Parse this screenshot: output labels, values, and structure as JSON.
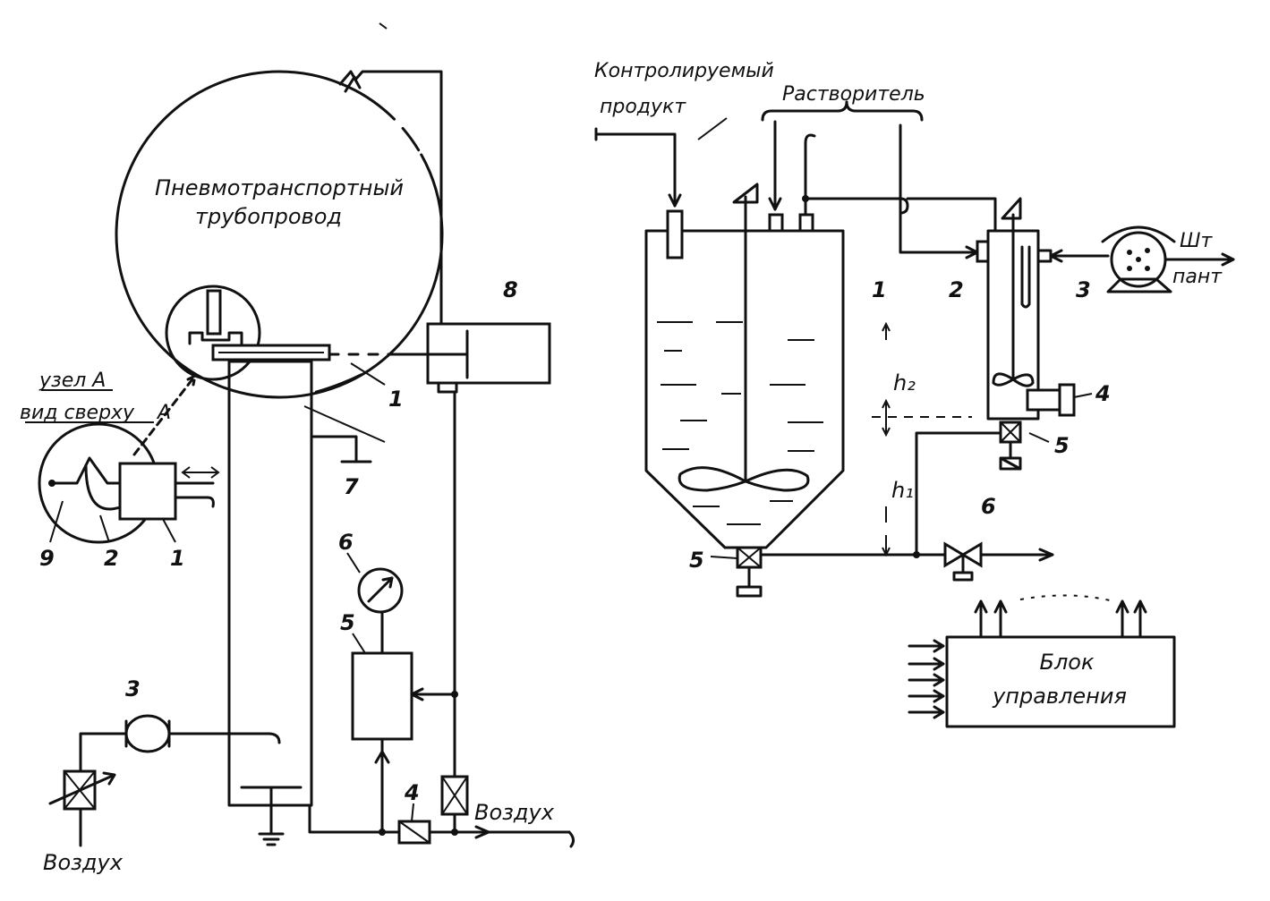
{
  "left_scheme": {
    "pipeline_label_line1": "Пневмотранспортный",
    "pipeline_label_line2": "трубопровод",
    "node_label_line1": "узел А",
    "node_label_line2": "вид сверху",
    "node_letter": "А",
    "air_bottom_label": "Воздух",
    "air_right_label": "Воздух",
    "numbers": {
      "n1_node": "1",
      "n2_node": "2",
      "n9_node": "9",
      "n1_main": "1",
      "n3": "3",
      "n4": "4",
      "n5": "5",
      "n6": "6",
      "n7": "7",
      "n8": "8"
    }
  },
  "right_scheme": {
    "product_label_line1": "Контролируемый",
    "product_label_line2": "продукт",
    "solvent_label": "Растворитель",
    "pump_label_line1": "Шт",
    "pump_label_line2": "пант",
    "h1_label": "h₁",
    "h2_label": "h₂",
    "control_block_line1": "Блок",
    "control_block_line2": "управления",
    "numbers": {
      "n1": "1",
      "n2": "2",
      "n3": "3",
      "n4": "4",
      "n5_sensor": "5",
      "n5_tank": "5",
      "n6": "6"
    }
  },
  "colors": {
    "ink": "#111111",
    "paper": "#ffffff"
  }
}
